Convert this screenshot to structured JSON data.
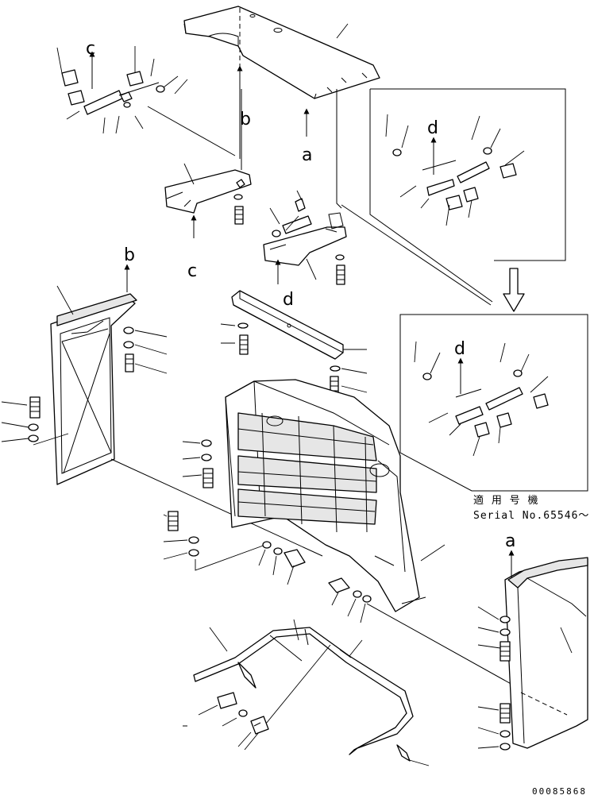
{
  "callouts": {
    "a": "a",
    "b": "b",
    "c": "c",
    "d": "d"
  },
  "note": {
    "line1": "適 用 号 機",
    "line2": "Serial No.65546～"
  },
  "document_number": "00085868"
}
